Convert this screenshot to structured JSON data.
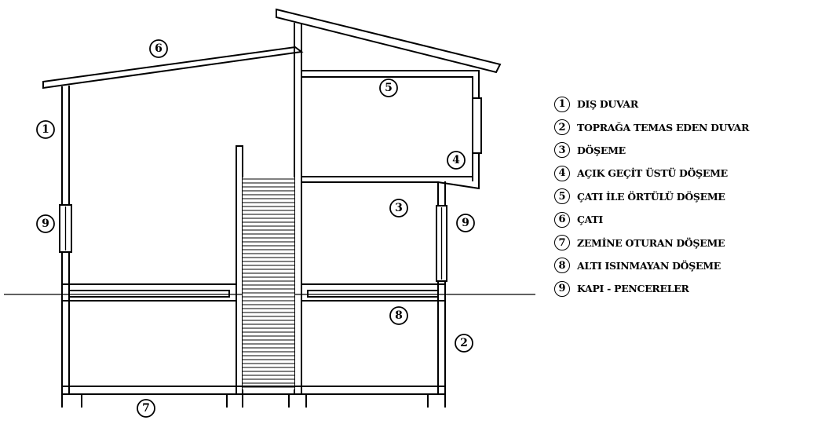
{
  "markers": {
    "m1": "1",
    "m2": "2",
    "m3": "3",
    "m4": "4",
    "m5": "5",
    "m6": "6",
    "m7": "7",
    "m8": "8",
    "m9a": "9",
    "m9b": "9"
  },
  "legend": [
    {
      "num": "1",
      "label": "DIŞ DUVAR"
    },
    {
      "num": "2",
      "label": "TOPRAĞA TEMAS EDEN DUVAR"
    },
    {
      "num": "3",
      "label": "DÖŞEME"
    },
    {
      "num": "4",
      "label": "AÇIK GEÇİT ÜSTÜ DÖŞEME"
    },
    {
      "num": "5",
      "label": "ÇATI İLE ÖRTÜLÜ DÖŞEME"
    },
    {
      "num": "6",
      "label": "ÇATI"
    },
    {
      "num": "7",
      "label": "ZEMİNE OTURAN DÖŞEME"
    },
    {
      "num": "8",
      "label": "ALTI ISINMAYAN DÖŞEME"
    },
    {
      "num": "9",
      "label": "KAPI - PENCERELER"
    }
  ]
}
